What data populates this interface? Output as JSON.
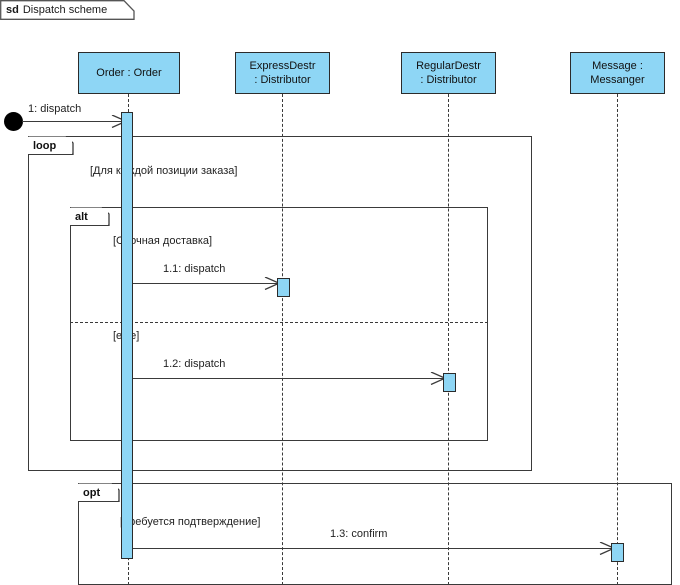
{
  "diagram": {
    "kind_keyword": "sd",
    "title": "Dispatch scheme",
    "type": "uml-sequence-diagram"
  },
  "colors": {
    "lifeline_fill": "#8ed6f5",
    "border": "#2b2b2b",
    "line": "#3a3a3a",
    "found_node": "#000000",
    "background": "#ffffff"
  },
  "lifelines": [
    {
      "id": "order",
      "line1": "Order : Order",
      "line2": ""
    },
    {
      "id": "expressdestr",
      "line1": "ExpressDestr",
      "line2": ": Distributor"
    },
    {
      "id": "regulardestr",
      "line1": "RegularDestr",
      "line2": ": Distributor"
    },
    {
      "id": "message",
      "line1": "Message :",
      "line2": "Messanger"
    }
  ],
  "messages": [
    {
      "id": "m0",
      "label": "1: dispatch",
      "from": "found-node",
      "to": "order"
    },
    {
      "id": "m1",
      "label": "1.1: dispatch",
      "from": "order",
      "to": "expressdestr"
    },
    {
      "id": "m2",
      "label": "1.2: dispatch",
      "from": "order",
      "to": "regulardestr"
    },
    {
      "id": "m3",
      "label": "1.3: confirm",
      "from": "order",
      "to": "message"
    }
  ],
  "fragments": [
    {
      "id": "loop",
      "operator": "loop",
      "guards": [
        "[Для каждой позиции заказа]"
      ]
    },
    {
      "id": "alt",
      "operator": "alt",
      "guards": [
        "[Срочная доставка]",
        "[else]"
      ]
    },
    {
      "id": "opt",
      "operator": "opt",
      "guards": [
        "[Требуется подтверждение]"
      ]
    }
  ]
}
